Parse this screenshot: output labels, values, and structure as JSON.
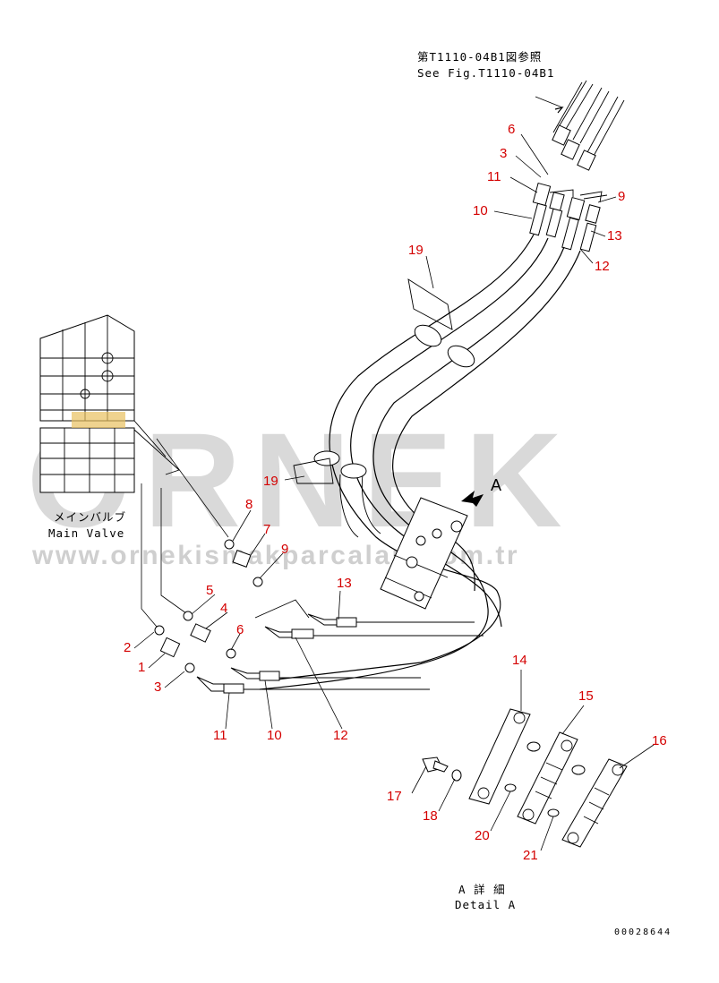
{
  "watermark": {
    "brand": "ORNEK",
    "url": "www.ornekismakparcalari.com.tr"
  },
  "labels": {
    "reference_jp": "第T1110-04B1図参照",
    "reference_en": "See Fig.T1110-04B1",
    "main_valve_jp": "メインバルブ",
    "main_valve_en": "Main Valve",
    "detail_marker": "A",
    "detail_jp": "A 詳 細",
    "detail_en": "Detail A",
    "drawing_number": "00028644"
  },
  "colors": {
    "callout": "#d40000",
    "watermark": "#d9d9d9",
    "highlight": "#e8c060"
  },
  "callouts": [
    {
      "id": "c6-top",
      "text": "6"
    },
    {
      "id": "c3-top",
      "text": "3"
    },
    {
      "id": "c11-top",
      "text": "11"
    },
    {
      "id": "c10-top",
      "text": "10"
    },
    {
      "id": "c9-top",
      "text": "9"
    },
    {
      "id": "c13-top",
      "text": "13"
    },
    {
      "id": "c12-top",
      "text": "12"
    },
    {
      "id": "c19-top",
      "text": "19"
    },
    {
      "id": "c19-mid",
      "text": "19"
    },
    {
      "id": "c8",
      "text": "8"
    },
    {
      "id": "c7",
      "text": "7"
    },
    {
      "id": "c9-mid",
      "text": "9"
    },
    {
      "id": "c5",
      "text": "5"
    },
    {
      "id": "c4",
      "text": "4"
    },
    {
      "id": "c13-mid",
      "text": "13"
    },
    {
      "id": "c2",
      "text": "2"
    },
    {
      "id": "c6-mid",
      "text": "6"
    },
    {
      "id": "c1",
      "text": "1"
    },
    {
      "id": "c3-mid",
      "text": "3"
    },
    {
      "id": "c11-bot",
      "text": "11"
    },
    {
      "id": "c10-bot",
      "text": "10"
    },
    {
      "id": "c12-bot",
      "text": "12"
    },
    {
      "id": "c14",
      "text": "14"
    },
    {
      "id": "c15",
      "text": "15"
    },
    {
      "id": "c16",
      "text": "16"
    },
    {
      "id": "c17",
      "text": "17"
    },
    {
      "id": "c18",
      "text": "18"
    },
    {
      "id": "c20",
      "text": "20"
    },
    {
      "id": "c21",
      "text": "21"
    }
  ]
}
